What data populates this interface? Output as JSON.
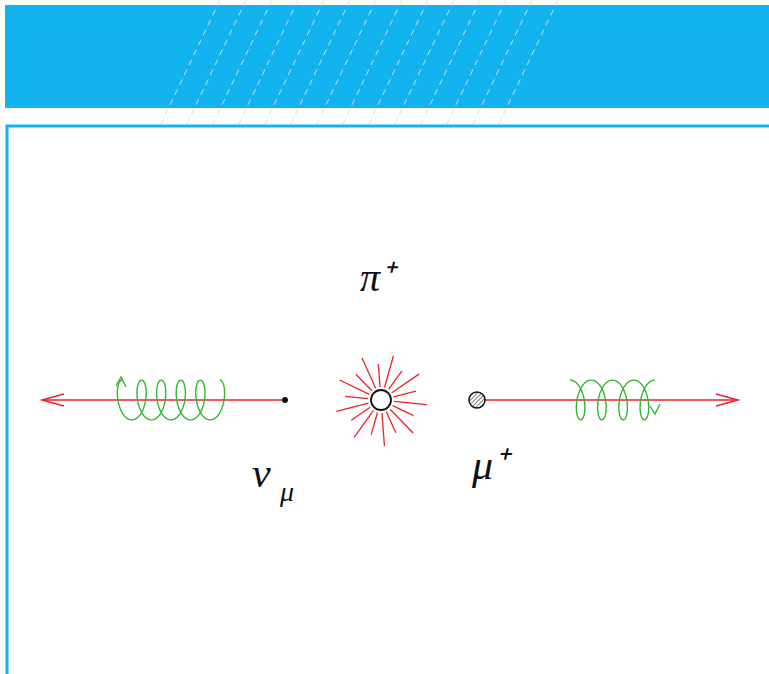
{
  "diagram": {
    "labels": [
      "π⁺",
      "ν",
      "μ",
      "μ⁺"
    ]
  }
}
